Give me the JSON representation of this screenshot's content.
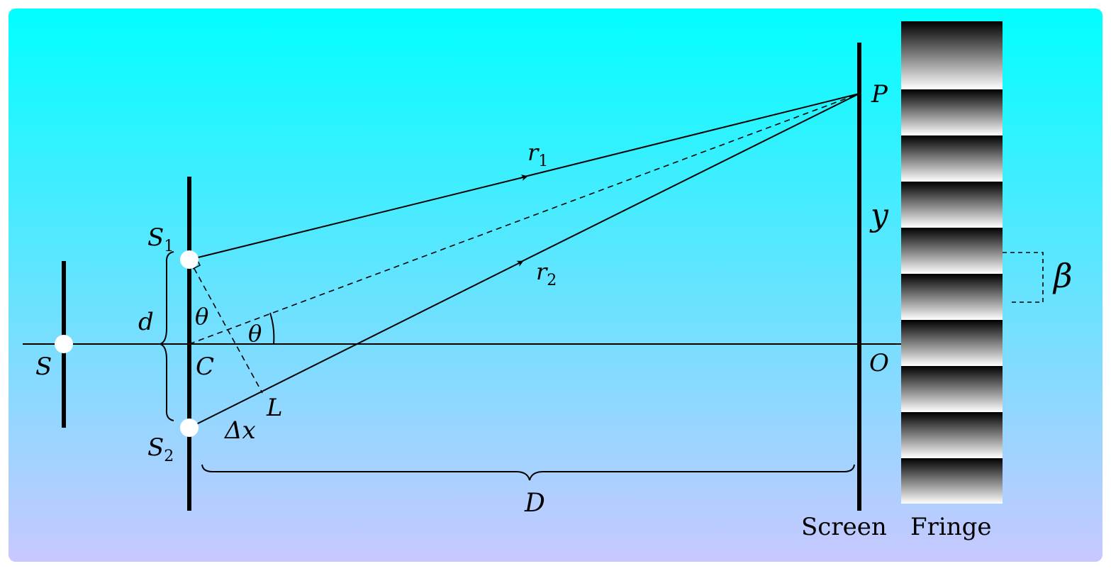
{
  "labels": {
    "source": "S",
    "slit1": "S",
    "slit1_sub": "1",
    "slit2": "S",
    "slit2_sub": "2",
    "slit_separation": "d",
    "center": "C",
    "foot": "L",
    "path_difference": "Δx",
    "angle_at_slit": "θ",
    "angle_at_center": "θ",
    "ray1": "r",
    "ray1_sub": "1",
    "ray2": "r",
    "ray2_sub": "2",
    "point": "P",
    "height": "y",
    "origin": "O",
    "distance": "D",
    "fringe_width": "β"
  },
  "captions": {
    "screen": "Screen",
    "fringe": "Fringe"
  },
  "colors": {
    "background_top": "#00FFFF",
    "background_bottom": "#C8C8FF",
    "stroke": "#000000",
    "slit_hole": "#FFFFFF"
  }
}
